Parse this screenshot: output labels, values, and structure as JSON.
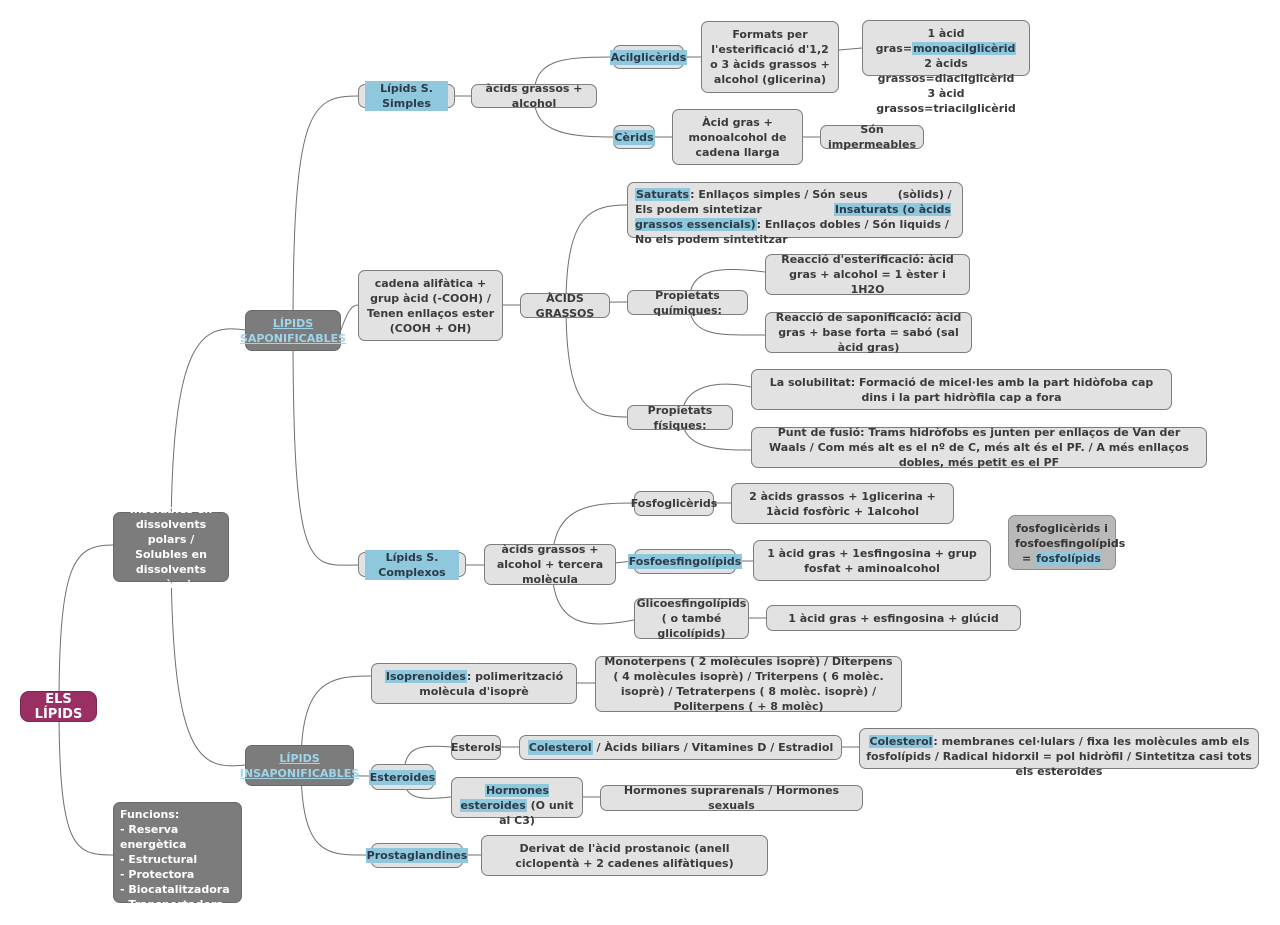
{
  "root": "ELS LÍPIDS",
  "props_node": "Insolubles en dissolvents polars / Solubles en dissolvents orgàncis",
  "functions": {
    "title": "Funcions:",
    "items": [
      "- Reserva energètica",
      "- Estructural",
      "- Protectora",
      "- Biocatalitzadora",
      "- Transportadora"
    ]
  },
  "saponifiable": {
    "label": "LÍPIDS SAPONIFICABLES",
    "simple": {
      "label": "Lípids S. Simples",
      "composition": "àcids grassos + alcohol",
      "acylglycerides": {
        "label": "Acilglicèrids",
        "desc": "Formats per l'esterificació d'1,2 o 3 àcids grassos + alcohol (glicerina)",
        "types_prefix": "1 àcid gras=",
        "types_hl": "monoacilglicèrid",
        "types_line2": "2 àcids grassos=diacilglicèrid",
        "types_line3": "3 àcid grassos=triacilglicèrid"
      },
      "cerides": {
        "label": "Cèrids",
        "desc": "Àcid gras + monoalcohol de cadena llarga",
        "property": "Són impermeables"
      }
    },
    "fatty_def": "cadena alifàtica + grup àcid (-COOH) / Tenen enllaços ester (COOH + OH)",
    "fatty_acids": {
      "label": "ÀCIDS GRASSOS",
      "saturated_hl": "Saturats",
      "saturated_text": ": Enllaços simples / Són seus",
      "saturated_text2": "(sòlids) / Els podem sintetizar",
      "unsaturated_hl": "Insaturats (o àcids grassos essencials)",
      "unsaturated_text": ": Enllaços dobles / Són liquids / No els podem sintetitzar",
      "chem_label": "Propietats químiques:",
      "chem_1": "Reacció d'esterificació: àcid gras + alcohol = 1 èster i 1H2O",
      "chem_2": "Reacció de saponificació: àcid gras + base forta = sabó (sal àcid gras)",
      "phys_label": "Propietats físiques:",
      "phys_1": "La solubilitat: Formació de micel·les amb la part hidòfoba cap dins i la part hidròfila cap a fora",
      "phys_2": "Punt de fusió: Trams hidròfobs es junten per enllaços de Van der Waals / Com més alt es el nº de C, més alt és el PF. / A més enllaços dobles, més petit es el PF"
    },
    "complex": {
      "label": "Lípids S. Complexos",
      "composition": "àcids grassos + alcohol + tercera molècula",
      "phosphoglycerides": {
        "label": "Fosfoglicèrids",
        "desc": "2 àcids grassos + 1glicerina + 1àcid fosfòric + 1alcohol"
      },
      "phosphosphingolipids": {
        "label": "Fosfoesfingolípids",
        "desc": "1 àcid gras + 1esfingosina + grup fosfat + aminoalcohol"
      },
      "glycosphingolipids": {
        "label": "Glicoesfingolípids ( o també glicolípids)",
        "desc": "1 àcid gras + esfingosina + glúcid"
      },
      "summary_text": "fosfoglicèrids i fosfoesfingolípids =",
      "summary_hl": "fosfolípids"
    }
  },
  "insaponifiable": {
    "label": "LÍPIDS INSAPONIFICABLES",
    "isoprenoids": {
      "hl": "Isoprenoides",
      "text": ": polimerització molècula d'isoprè",
      "desc": "Monoterpens ( 2 molècules isoprè) / Diterpens ( 4 molècules isoprè) / Triterpens ( 6 molèc. isoprè) / Tetraterpens ( 8 molèc. isoprè) / Politerpens ( + 8 molèc)"
    },
    "steroids": {
      "label": "Esteroides",
      "sterols": {
        "label": "Esterols",
        "list_hl": "Colesterol",
        "list_text": " / Àcids biliars / Vitamines D / Estradiol",
        "chol_hl": "Colesterol",
        "chol_text": ": membranes cel·lulars / fixa les molècules amb els fosfolípids / Radical hidorxil = pol hidròfil / Sintetitza casi tots els esteroides"
      },
      "hormones": {
        "hl": "Hormones esteroides",
        "text": " (O unit al C3)",
        "desc": "Hormones suprarenals / Hormones sexuals"
      }
    },
    "prostaglandins": {
      "label": "Prostaglandines",
      "desc": "Derivat de l'àcid prostanoic (anell ciclopentà + 2 cadenes alifàtiques)"
    }
  }
}
